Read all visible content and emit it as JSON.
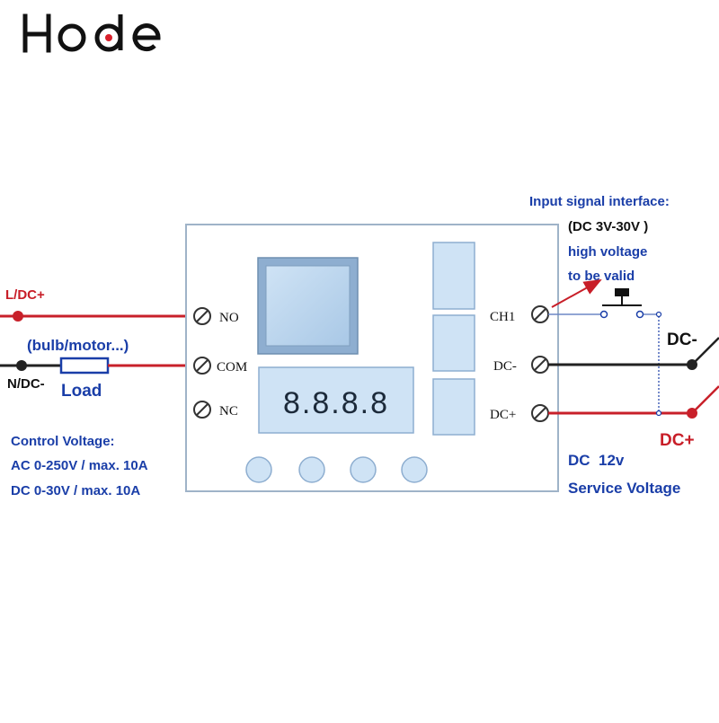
{
  "logo": {
    "text": "Hode",
    "dot_color": "#d8202b"
  },
  "colors": {
    "wire_red": "#c8202a",
    "wire_black": "#222222",
    "label_blue": "#1a3ea8",
    "label_red": "#c81e28",
    "board_fill": "#ffffff",
    "board_stroke": "#9fb3c8",
    "component_fill": "#b9d5ee",
    "component_stroke": "#7e9ebe"
  },
  "left": {
    "line_in_label": "L/DC+",
    "neutral_label": "N/DC-",
    "load_hint": "(bulb/motor...)",
    "load_label": "Load",
    "control_voltage": {
      "title": "Control Voltage:",
      "ac": "AC 0-250V / max. 10A",
      "dc": "DC 0-30V / max. 10A"
    }
  },
  "board": {
    "terminals_left": [
      "NO",
      "COM",
      "NC"
    ],
    "terminals_right": [
      "CH1",
      "DC-",
      "DC+"
    ],
    "display": "8.8.8.8",
    "buttons": 4
  },
  "right": {
    "input_signal": {
      "title": "Input signal interface:",
      "range": "(DC 3V-30V )",
      "line1": "high voltage",
      "line2": "to be valid"
    },
    "dc_minus": "DC-",
    "dc_plus": "DC+",
    "service": {
      "line1": "DC  12v",
      "line2": "Service Voltage"
    }
  }
}
